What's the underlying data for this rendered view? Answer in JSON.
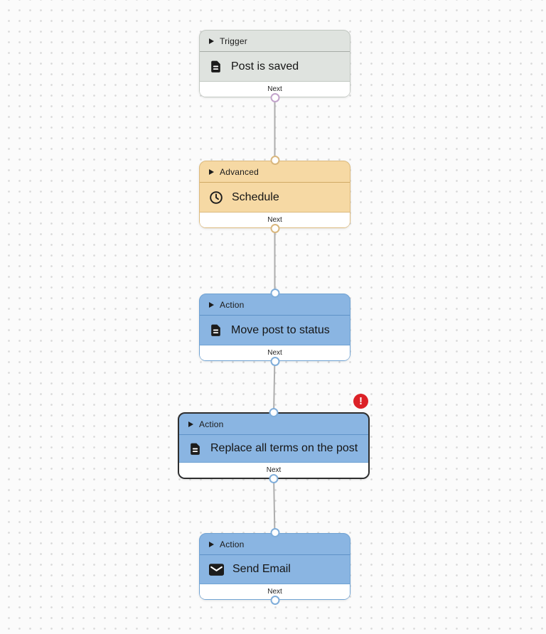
{
  "canvas": {
    "background": "#fbfbfb",
    "dot_color": "#d9d9d9",
    "edge_color": "#aeaeae"
  },
  "error_badge": {
    "symbol": "!",
    "color": "#dc2127"
  },
  "nodes": [
    {
      "category": "Trigger",
      "title": "Post is saved",
      "icon": "document-icon",
      "next_label": "Next",
      "colors": {
        "fill": "#dfe3df",
        "border": "#c2c8c2",
        "handle": "#c2a3cb"
      },
      "selected": false,
      "has_error": false
    },
    {
      "category": "Advanced",
      "title": "Schedule",
      "icon": "clock-icon",
      "next_label": "Next",
      "colors": {
        "fill": "#f6d9a4",
        "border": "#dcba7e",
        "handle": "#d9b77e"
      },
      "selected": false,
      "has_error": false
    },
    {
      "category": "Action",
      "title": "Move post to status",
      "icon": "document-icon",
      "next_label": "Next",
      "colors": {
        "fill": "#8ab5e2",
        "border": "#6fa2d3",
        "handle": "#7fadda"
      },
      "selected": false,
      "has_error": false
    },
    {
      "category": "Action",
      "title": "Replace all terms on the post",
      "icon": "document-icon",
      "next_label": "Next",
      "colors": {
        "fill": "#8ab5e2",
        "border": "#2e2e2e",
        "handle": "#7fadda"
      },
      "selected": true,
      "has_error": true
    },
    {
      "category": "Action",
      "title": "Send Email",
      "icon": "envelope-icon",
      "next_label": "Next",
      "colors": {
        "fill": "#8ab5e2",
        "border": "#6fa2d3",
        "handle": "#7fadda"
      },
      "selected": false,
      "has_error": false
    }
  ]
}
